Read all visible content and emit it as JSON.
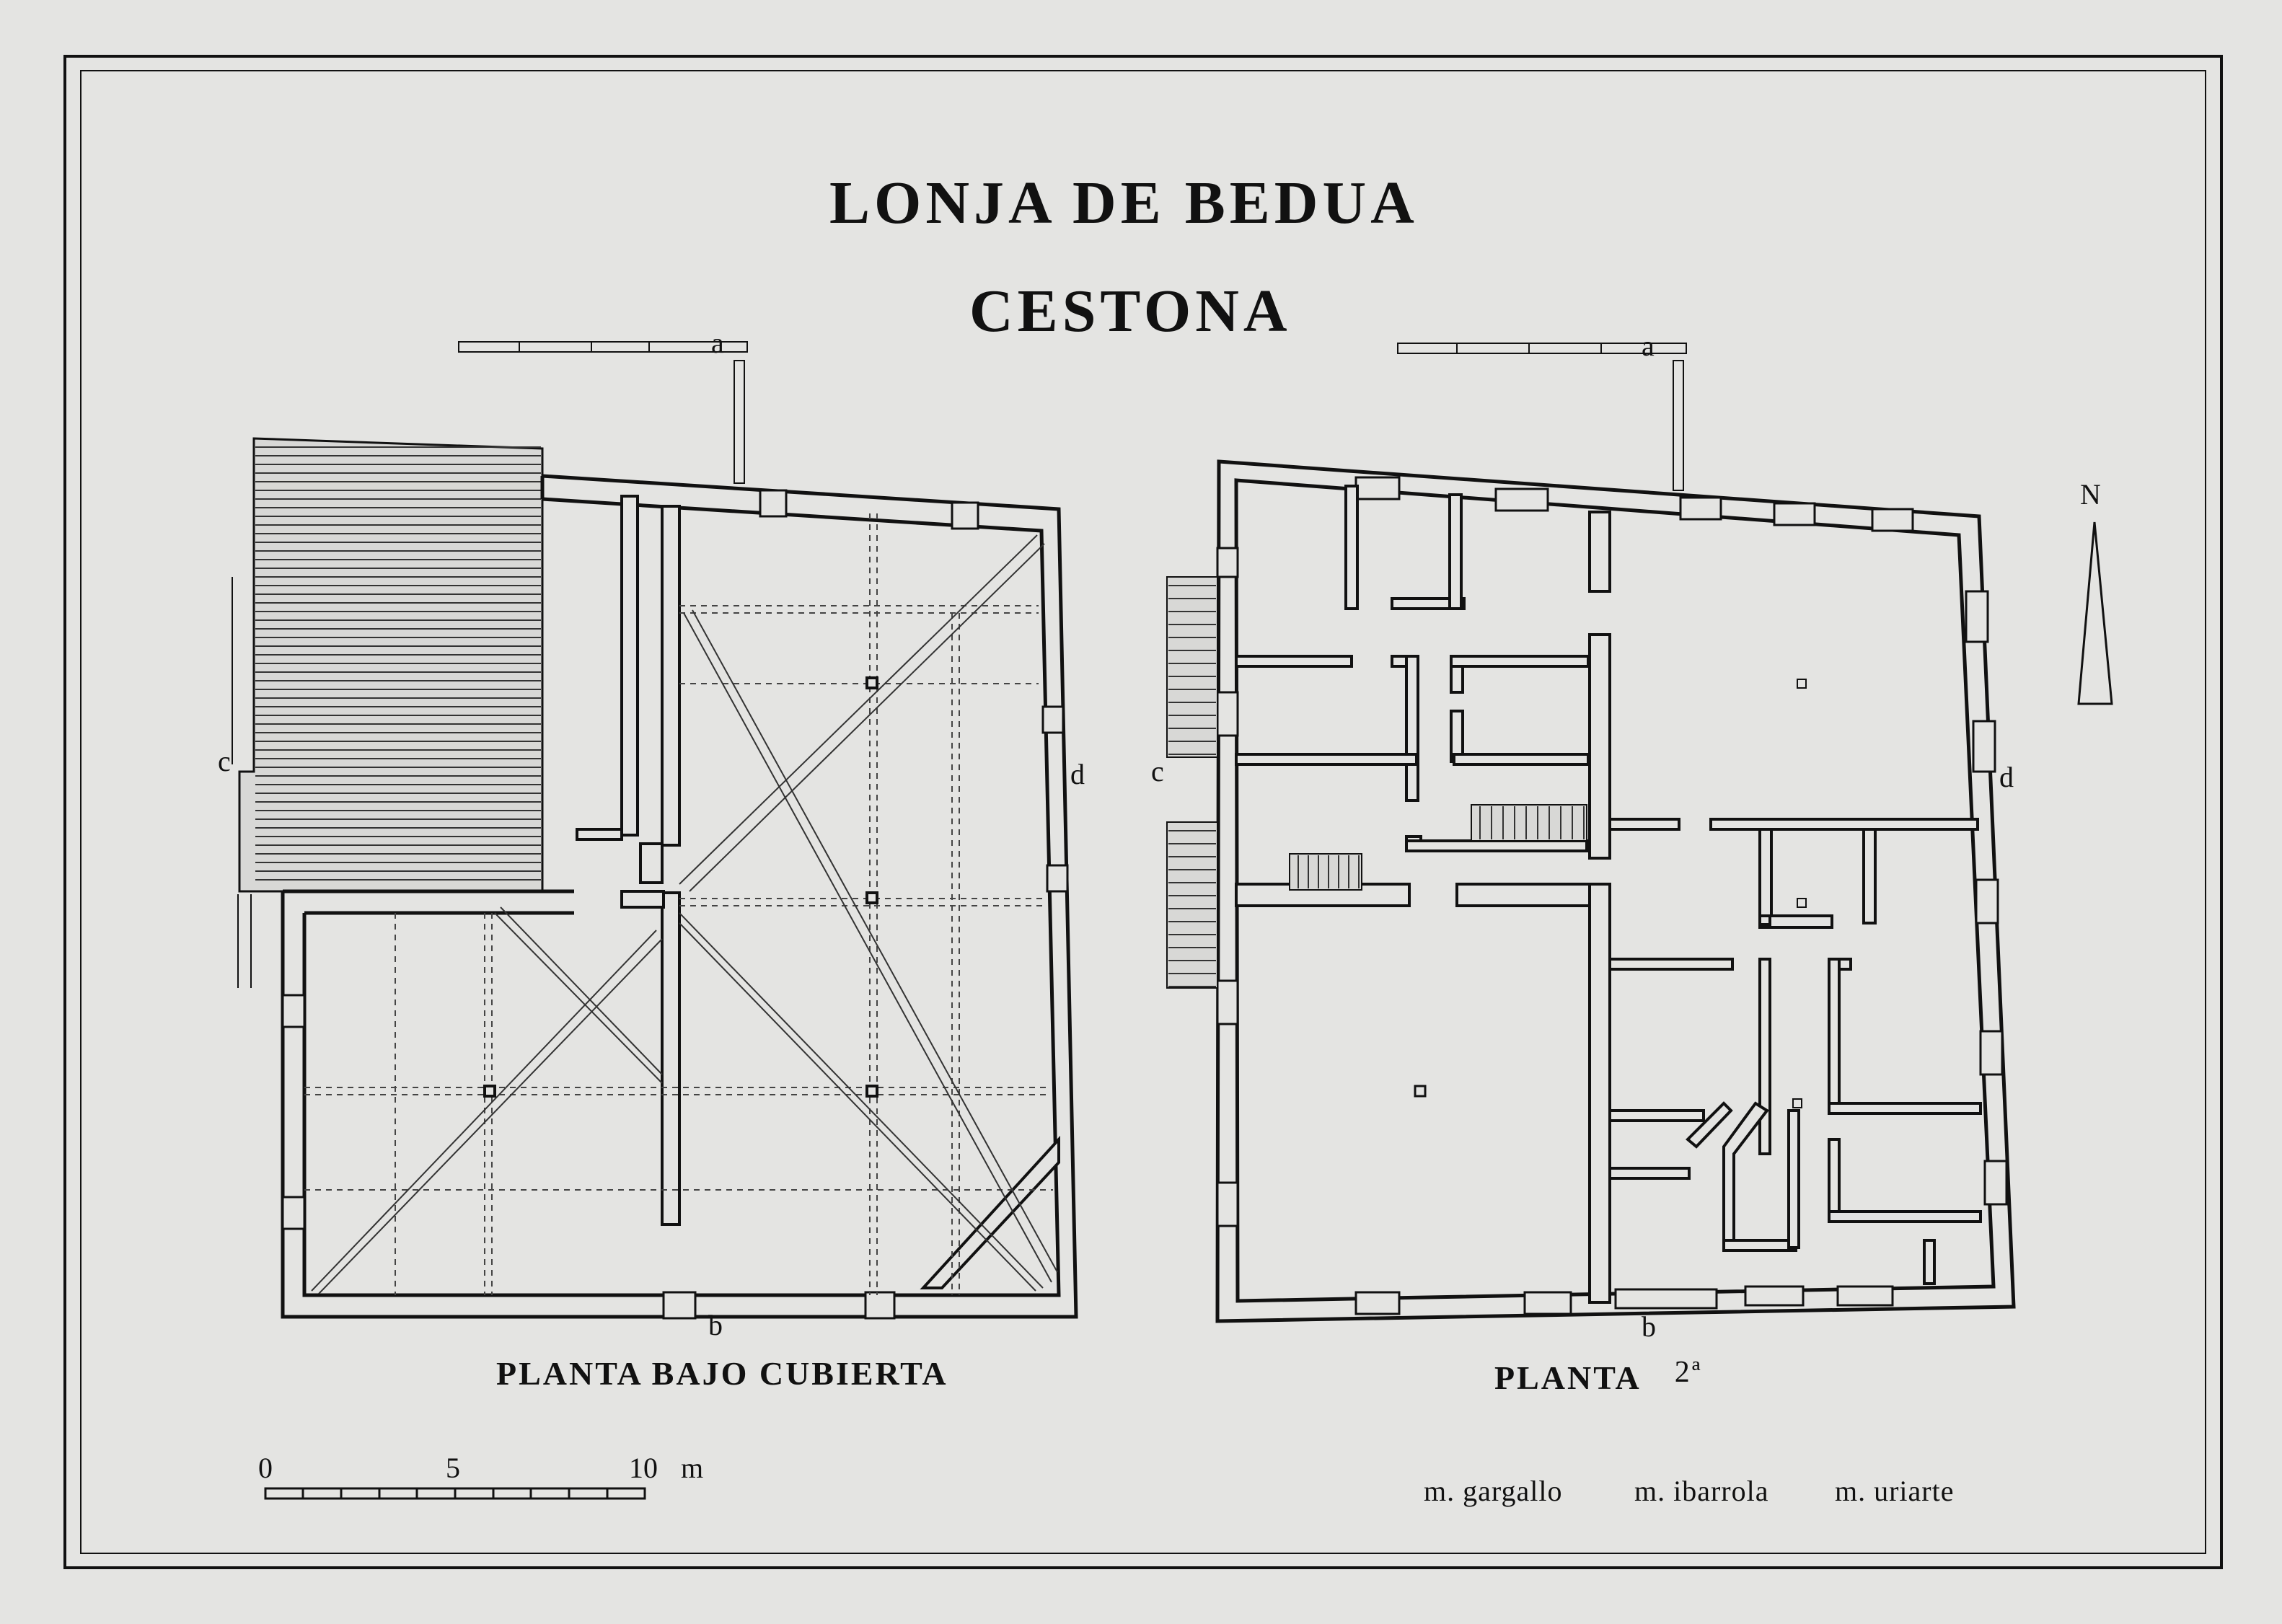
{
  "title_line1": "LONJA  DE  BEDUA",
  "title_line2": "CESTONA",
  "plan_left": {
    "caption": "PLANTA  BAJO CUBIERTA",
    "section_labels": {
      "a": "a",
      "b": "b",
      "c": "c",
      "d": "d"
    }
  },
  "plan_right": {
    "caption": "PLANTA",
    "caption_sup": "2ª",
    "section_labels": {
      "a": "a",
      "b": "b",
      "c": "c",
      "d": "d"
    }
  },
  "north_label": "N",
  "scale": {
    "tick_0": "0",
    "tick_5": "5",
    "tick_10": "10",
    "unit": "m"
  },
  "authors": [
    "m. gargallo",
    "m. ibarrola",
    "m. uriarte"
  ]
}
